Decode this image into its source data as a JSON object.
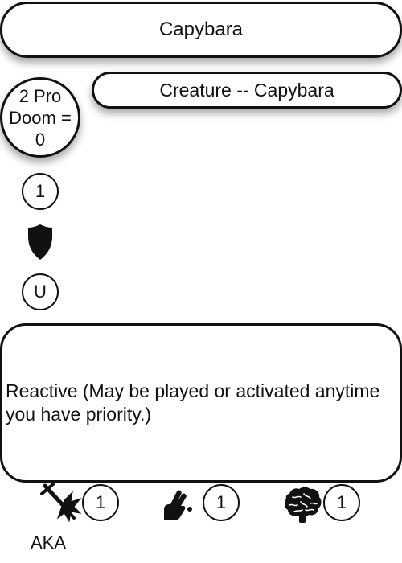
{
  "card": {
    "name": "Capybara",
    "type_line": "Creature -- Capybara",
    "cost": {
      "line1": "2 Pro",
      "line2": "Doom =",
      "line3": "0"
    },
    "power": "1",
    "rarity": "U",
    "rules_text": "Reactive (May be played or activated anytime you have priority.)",
    "stats": [
      {
        "icon": "sword-icon",
        "value": "1"
      },
      {
        "icon": "hand-icon",
        "value": "1"
      },
      {
        "icon": "brain-icon",
        "value": "1"
      }
    ],
    "aka_label": "AKA"
  },
  "colors": {
    "ink": "#111111",
    "background": "#ffffff"
  }
}
